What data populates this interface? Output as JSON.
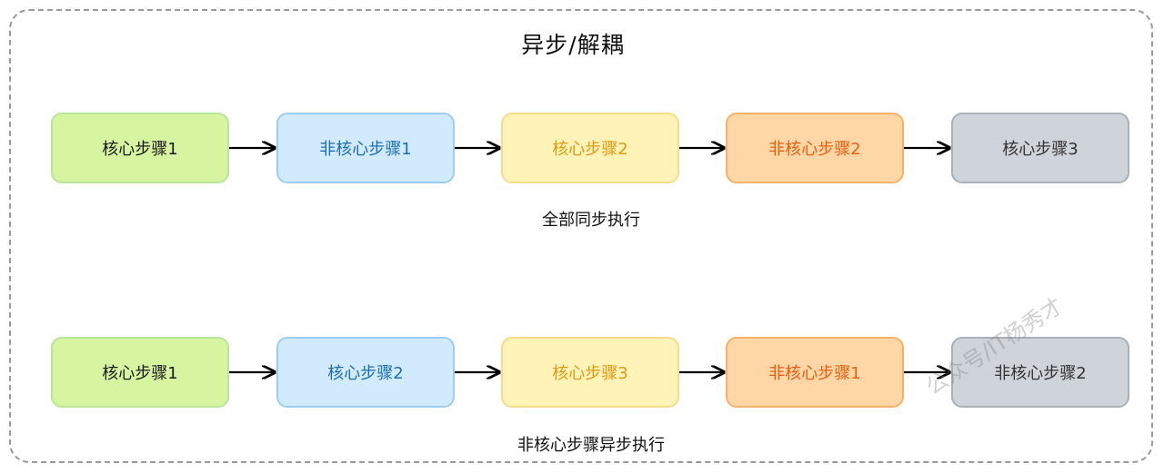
{
  "title": "异步/解耦",
  "palette": {
    "green": {
      "fill": "#d7f5a0",
      "border": "#b7e59a",
      "text": "#1a1a1a"
    },
    "blue": {
      "fill": "#d2eafd",
      "border": "#9ccdf3",
      "text": "#1c6fb5"
    },
    "yellow": {
      "fill": "#fff3b8",
      "border": "#f3dc8a",
      "text": "#e09a14"
    },
    "orange": {
      "fill": "#ffd7a6",
      "border": "#f4b26a",
      "text": "#e85f12"
    },
    "gray": {
      "fill": "#cfd4da",
      "border": "#a9b0b8",
      "text": "#333333"
    }
  },
  "rows": [
    {
      "caption": "全部同步执行",
      "steps": [
        {
          "label": "核心步骤1",
          "color": "green"
        },
        {
          "label": "非核心步骤1",
          "color": "blue"
        },
        {
          "label": "核心步骤2",
          "color": "yellow"
        },
        {
          "label": "非核心步骤2",
          "color": "orange"
        },
        {
          "label": "核心步骤3",
          "color": "gray"
        }
      ]
    },
    {
      "caption": "非核心步骤异步执行",
      "steps": [
        {
          "label": "核心步骤1",
          "color": "green"
        },
        {
          "label": "核心步骤2",
          "color": "blue"
        },
        {
          "label": "核心步骤3",
          "color": "yellow"
        },
        {
          "label": "非核心步骤1",
          "color": "orange"
        },
        {
          "label": "非核心步骤2",
          "color": "gray"
        }
      ]
    }
  ],
  "watermark": "公众号/IT杨秀才"
}
